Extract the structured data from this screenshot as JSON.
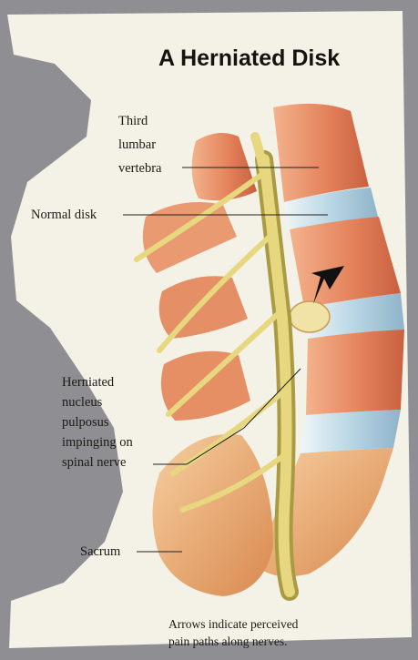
{
  "title": "A Herniated Disk",
  "labels": {
    "third_lumbar": [
      "Third",
      "lumbar",
      "vertebra"
    ],
    "normal_disk": "Normal disk",
    "herniated": [
      "Herniated",
      "nucleus",
      "pulposus",
      "impinging on",
      "spinal nerve"
    ],
    "sacrum": "Sacrum"
  },
  "caption": [
    "Arrows indicate perceived",
    "pain paths along nerves."
  ],
  "colors": {
    "paper": "#f4f1e7",
    "background": "#8f8f93",
    "bone": "#e4835c",
    "bone_light": "#f2ad86",
    "bone_dark": "#b9553a",
    "disk": "#b9d6e4",
    "nerve": "#e7d77e",
    "nerve_dark": "#a99a44",
    "marrow": "#f0c79a",
    "arrow": "#111111"
  }
}
